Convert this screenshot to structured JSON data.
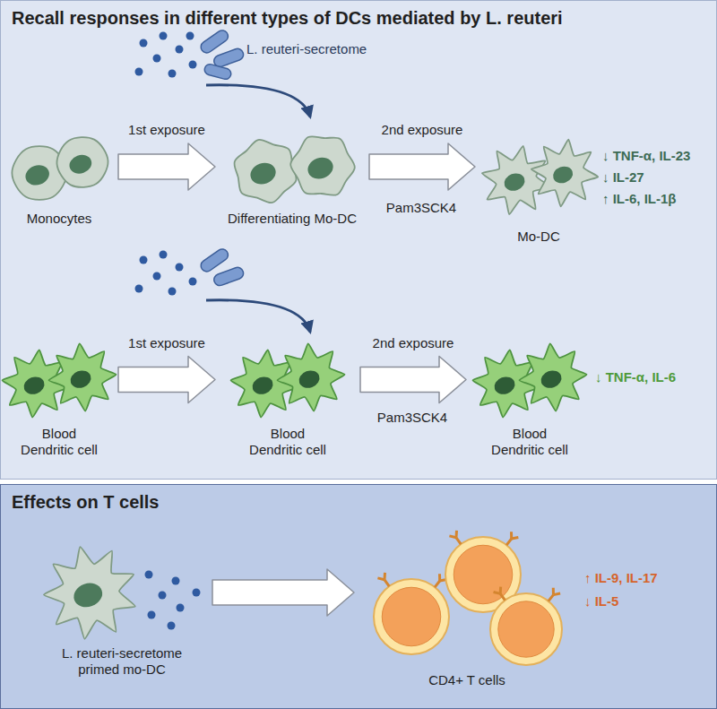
{
  "diagram": {
    "nodes": [
      {
        "text": [
          "Recall responses in different types of DCs mediated by L. reuteri"
        ]
      },
      {
        "text": [
          "Effects on T cells"
        ]
      },
      {
        "text": [
          "Monocytes"
        ],
        "in": 0
      },
      {
        "text": [
          "Differentiating Mo-DC"
        ],
        "in": 0
      },
      {
        "text": [
          "Mo-DC"
        ],
        "in": 0
      },
      {
        "text": [
          "Blood Dendritic cell"
        ],
        "in": 0
      },
      {
        "text": [
          "Blood Dendritic cell"
        ],
        "in": 0
      },
      {
        "text": [
          "Blood Dendritic cell"
        ],
        "in": 0
      },
      {
        "text": [
          "L. reuteri-secretome primed mo-DC"
        ],
        "in": 1
      },
      {
        "text": [
          "CD4+ T cells"
        ],
        "in": 1
      }
    ],
    "edges": [
      {
        "from": 2,
        "to": 3,
        "arrow": "to",
        "label": "1st exposure"
      },
      {
        "from": 3,
        "to": 4,
        "arrow": "to",
        "label": "2nd exposure"
      },
      {
        "from": 5,
        "to": 6,
        "arrow": "to",
        "label": "1st exposure"
      },
      {
        "from": 6,
        "to": 7,
        "arrow": "to",
        "label": "2nd exposure"
      },
      {
        "from": 8,
        "to": 9,
        "arrow": "to"
      }
    ],
    "labels": [
      "L. reuteri-secretome",
      "Pam3SCK4",
      "↓ TNF-α, IL-23",
      "↓ IL-27",
      "↑ IL-6, IL-1β",
      "Pam3SCK4",
      "↓ TNF-α, IL-6",
      "↑ IL-9, IL-17",
      "↓ IL-5"
    ]
  }
}
